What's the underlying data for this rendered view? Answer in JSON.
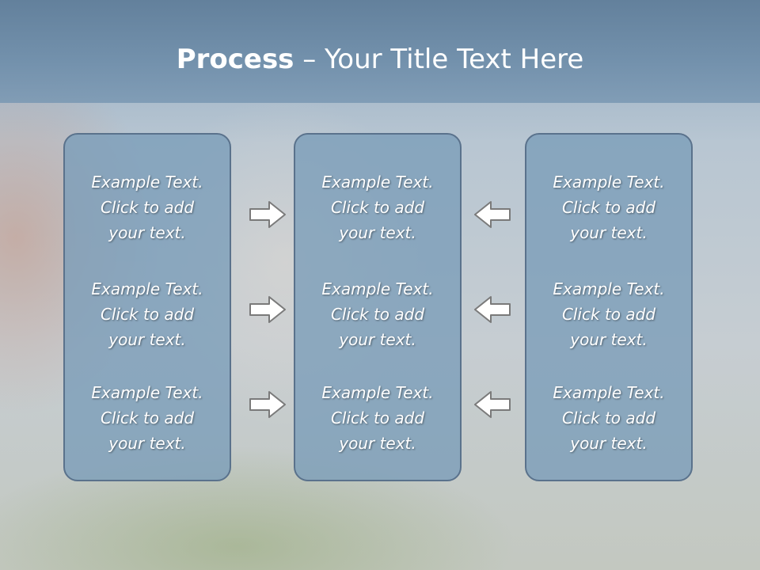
{
  "title": {
    "bold": "Process",
    "rest": " – Your Title Text Here"
  },
  "columns": [
    {
      "items": [
        {
          "line1": "Example Text.",
          "line2": "Click  to add",
          "line3": "your text."
        },
        {
          "line1": "Example Text.",
          "line2": "Click  to add",
          "line3": "your text."
        },
        {
          "line1": "Example Text.",
          "line2": "Click  to add",
          "line3": "your text."
        }
      ]
    },
    {
      "items": [
        {
          "line1": "Example Text.",
          "line2": "Click  to add",
          "line3": "your text."
        },
        {
          "line1": "Example Text.",
          "line2": "Click  to add",
          "line3": "your text."
        },
        {
          "line1": "Example Text.",
          "line2": "Click  to add",
          "line3": "your text."
        }
      ]
    },
    {
      "items": [
        {
          "line1": "Example Text.",
          "line2": "Click  to add",
          "line3": "your text."
        },
        {
          "line1": "Example Text.",
          "line2": "Click  to add",
          "line3": "your text."
        },
        {
          "line1": "Example Text.",
          "line2": "Click  to add",
          "line3": "your text."
        }
      ]
    }
  ],
  "arrows": {
    "left_group": "right-arrow-icon",
    "right_group": "left-arrow-icon"
  },
  "colors": {
    "header": "#6f8eaa",
    "panel": "#7a9cb8",
    "panel_border": "#5a728c",
    "text": "#ffffff"
  }
}
